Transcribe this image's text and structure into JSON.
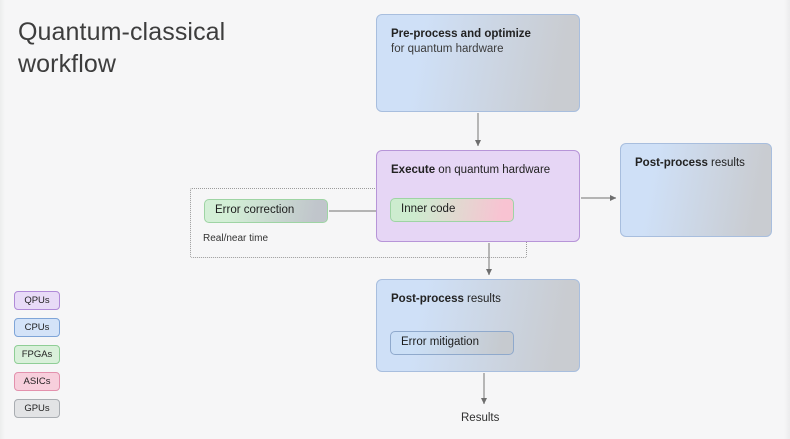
{
  "page": {
    "title_line1": "Quantum-classical",
    "title_line2": "workflow",
    "background": "#f6f6f7"
  },
  "nodes": {
    "preprocess": {
      "title": "Pre-process and optimize",
      "subtitle": "for quantum hardware",
      "gradient_from": "#cfe0f7",
      "gradient_to": "#c9ccd1",
      "border": "#a8bede"
    },
    "execute": {
      "title": "Execute",
      "subtitle": " on quantum hardware",
      "fill": "#e6d6f5",
      "border": "#b795d8"
    },
    "postprocess_right": {
      "title": "Post-process",
      "subtitle": " results",
      "gradient_from": "#cfe0f7",
      "gradient_to": "#c9ccd1",
      "border": "#a8bede"
    },
    "postprocess_bottom": {
      "title": "Post-process",
      "subtitle": " results",
      "gradient_from": "#cfe0f7",
      "gradient_to": "#c9ccd1",
      "border": "#a8bede"
    }
  },
  "inner_nodes": {
    "inner_code": {
      "label": "Inner code",
      "gradient_from": "#cdeccf",
      "gradient_to": "#f8c3d2",
      "border": "#9ed4a4"
    },
    "error_correction": {
      "label": "Error correction",
      "gradient_from": "#d3efd6",
      "gradient_to": "#c0c5cb",
      "border": "#9ed4a4"
    },
    "error_mitigation": {
      "label": "Error mitigation",
      "gradient_from": "#cbdff6",
      "gradient_to": "#c6cacf",
      "border": "#8fa9cc"
    }
  },
  "region": {
    "label": "Real/near time",
    "border_color": "#9b9b9b",
    "border_style": "dotted"
  },
  "output": {
    "label": "Results"
  },
  "legend": {
    "items": [
      {
        "label": "QPUs",
        "fill": "#e8dbf7",
        "border": "#b08ad8"
      },
      {
        "label": "CPUs",
        "fill": "#d4e3f8",
        "border": "#7fa5d8"
      },
      {
        "label": "FPGAs",
        "fill": "#d9f0da",
        "border": "#8fce96"
      },
      {
        "label": "ASICs",
        "fill": "#f7cfdc",
        "border": "#e391ad"
      },
      {
        "label": "GPUs",
        "fill": "#e2e3e5",
        "border": "#a9adb2"
      }
    ]
  },
  "connectors": {
    "arrow_color": "#6e6e6e",
    "line_color": "#8c8c8c",
    "edges": [
      {
        "name": "preprocess-to-execute",
        "kind": "arrow-down"
      },
      {
        "name": "execute-to-postprocess-right",
        "kind": "arrow-right"
      },
      {
        "name": "execute-to-postprocess-bottom",
        "kind": "arrow-down"
      },
      {
        "name": "postprocess-bottom-to-results",
        "kind": "arrow-down"
      },
      {
        "name": "error-correction-to-inner-code",
        "kind": "line"
      }
    ]
  }
}
